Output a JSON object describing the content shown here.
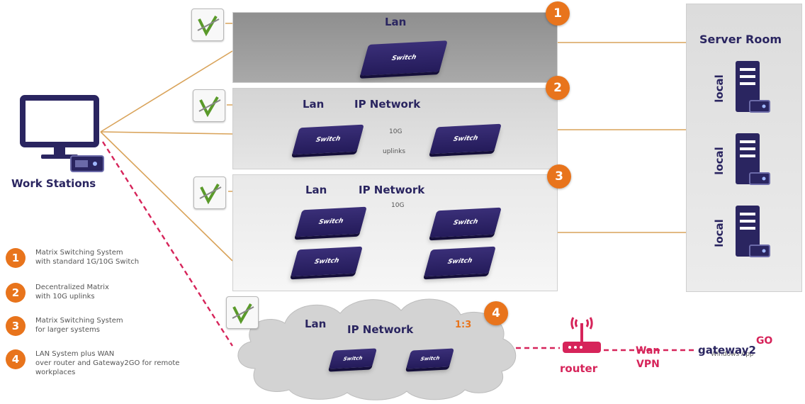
{
  "diagram": {
    "panels": [
      {
        "id": "1",
        "lan_label": "Lan",
        "network_label": "",
        "switch_label": "Switch",
        "uplink_label": ""
      },
      {
        "id": "2",
        "lan_label": "Lan",
        "network_label": "IP Network",
        "switch_label": "Switch",
        "uplink_speed": "10G",
        "uplink_label": "uplinks"
      },
      {
        "id": "3",
        "lan_label": "Lan",
        "network_label": "IP Network",
        "switch_label": "Switch",
        "uplink_speed": "10G"
      },
      {
        "id": "4",
        "lan_label": "Lan",
        "network_label": "IP Network",
        "switch_label": "Switch",
        "ratio": "1:3"
      }
    ],
    "workstation_label": "Work Stations",
    "server_room": {
      "title": "Server Room",
      "servers": [
        "local",
        "local",
        "local"
      ]
    },
    "router_label": "router",
    "wan_label": "Wan",
    "vpn_label": "VPN",
    "gateway": {
      "name": "gateway2",
      "suffix": "GO",
      "subtitle": "Windows App"
    },
    "legend": [
      {
        "num": "1",
        "line1": "Matrix Switching System",
        "line2": "with standard 1G/10G Switch"
      },
      {
        "num": "2",
        "line1": "Decentralized Matrix",
        "line2": "with 10G uplinks"
      },
      {
        "num": "3",
        "line1": "Matrix Switching System",
        "line2": "for larger systems"
      },
      {
        "num": "4",
        "line1": "LAN System plus WAN",
        "line2": "over router and Gateway2GO for remote",
        "line3": "workplaces"
      }
    ],
    "colors": {
      "accent": "#e8741c",
      "navy": "#2a2560",
      "wan": "#d6245a",
      "wire": "#d9a35a"
    }
  }
}
